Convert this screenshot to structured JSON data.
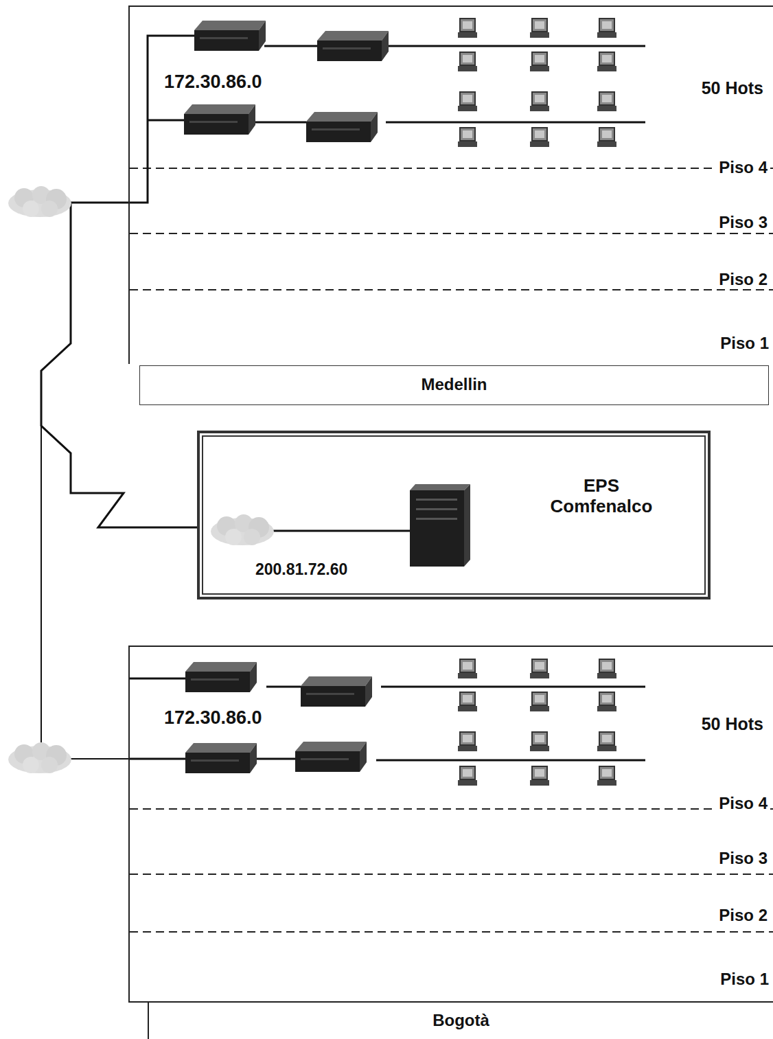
{
  "diagram": {
    "nodes": [
      {
        "text": [
          "172.30.86.0",
          "50 Hots",
          "Piso 4",
          "Piso 3",
          "Piso 2",
          "Piso 1"
        ]
      },
      {
        "text": [
          "Medellin"
        ]
      },
      {
        "text": [
          "EPS Comfenalco",
          "200.81.72.60"
        ]
      },
      {
        "text": [
          "172.30.86.0",
          "50 Hots",
          "Piso 4",
          "Piso 3",
          "Piso 2",
          "Piso 1"
        ]
      },
      {
        "text": [
          "Bogotà"
        ]
      }
    ],
    "edges": [
      {
        "from": 0,
        "to": 2,
        "arrow": "none"
      },
      {
        "from": 3,
        "to": 2,
        "arrow": "none"
      }
    ]
  }
}
